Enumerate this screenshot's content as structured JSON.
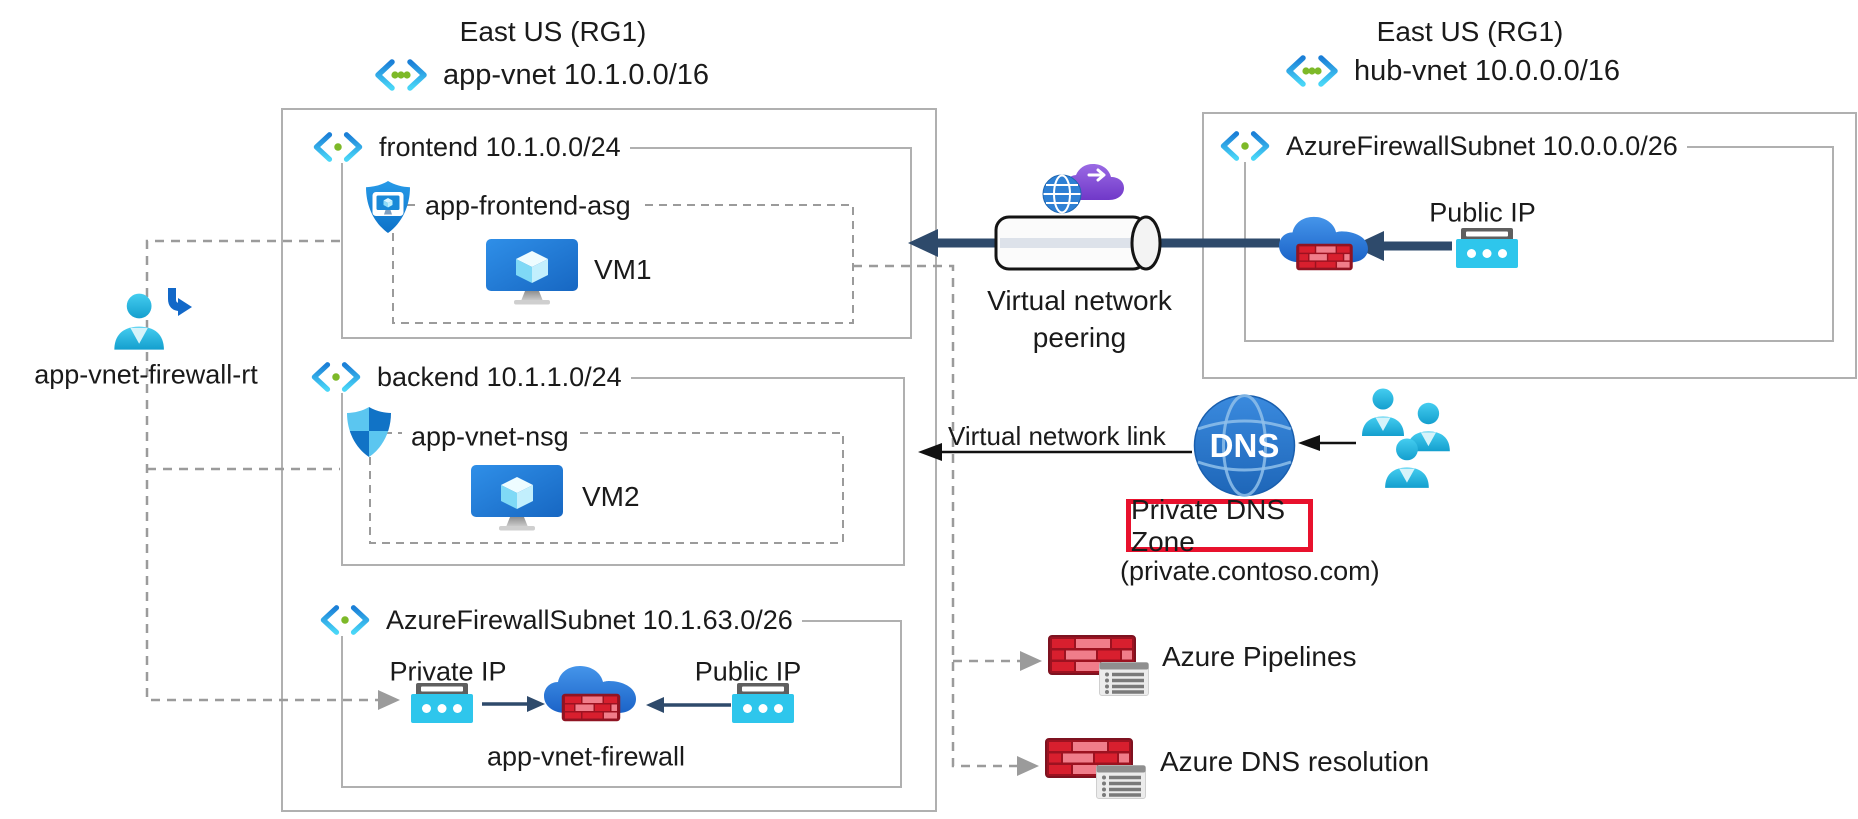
{
  "regions": {
    "left": {
      "title": "East US (RG1)",
      "vnet": "app-vnet 10.1.0.0/16"
    },
    "right": {
      "title": "East US (RG1)",
      "vnet": "hub-vnet 10.0.0.0/16"
    }
  },
  "app_vnet": {
    "frontend": {
      "label": "frontend 10.1.0.0/24",
      "asg": "app-frontend-asg",
      "vm": "VM1"
    },
    "backend": {
      "label": "backend 10.1.1.0/24",
      "nsg": "app-vnet-nsg",
      "vm": "VM2"
    },
    "firewall_subnet": {
      "label": "AzureFirewallSubnet 10.1.63.0/26",
      "private_ip": "Private IP",
      "public_ip": "Public IP",
      "firewall": "app-vnet-firewall"
    },
    "route_table": "app-vnet-firewall-rt"
  },
  "hub_vnet": {
    "subnet": {
      "label": "AzureFirewallSubnet 10.0.0.0/26",
      "public_ip": "Public IP"
    }
  },
  "connections": {
    "peering": "Virtual network peering",
    "vnet_link": "Virtual network link"
  },
  "dns": {
    "globe": "DNS",
    "zone": "Private DNS Zone",
    "domain": "(private.contoso.com)"
  },
  "services": [
    {
      "label": "Azure Pipelines"
    },
    {
      "label": "Azure DNS resolution"
    }
  ],
  "colors": {
    "navy_arrow": "#2e4a6b",
    "red_accent": "#e8112d",
    "brick_red": "#c50f1f",
    "brick_light": "#f07d8a",
    "icon_cyan": "#2ec6ec",
    "vnet_green": "#7db928",
    "box_border": "#b0b0b0"
  }
}
